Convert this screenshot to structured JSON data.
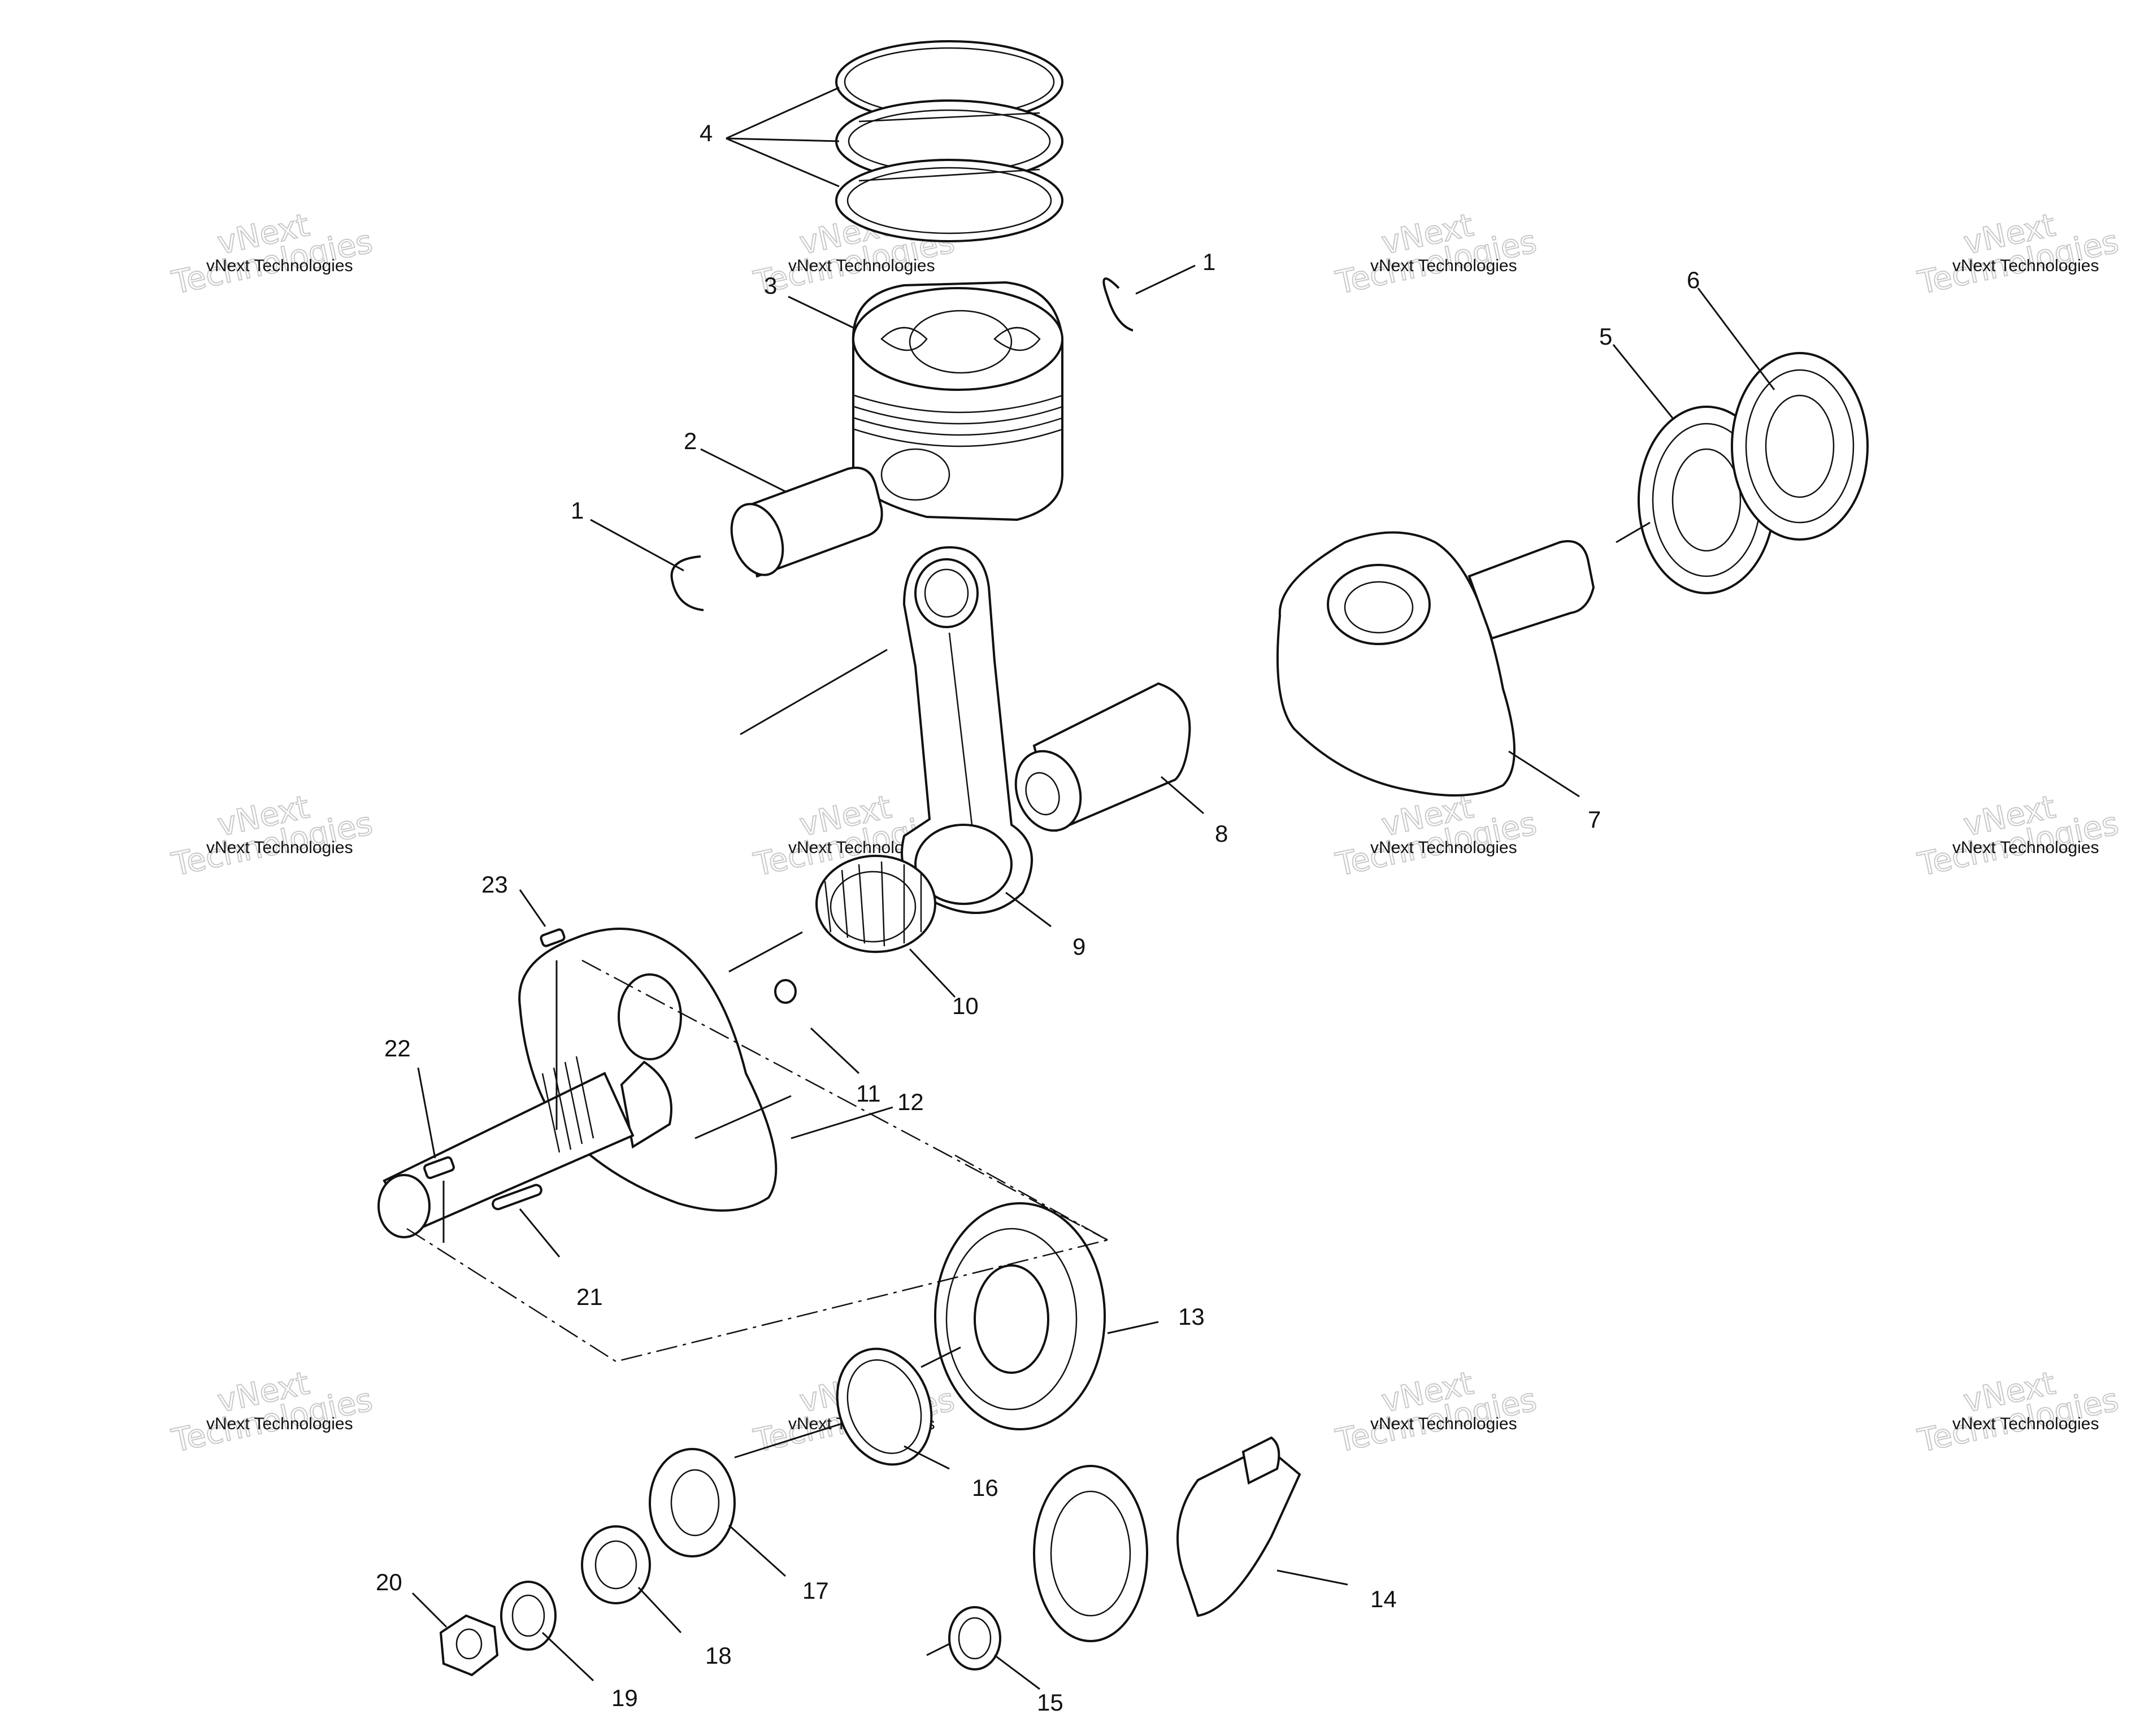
{
  "callouts": [
    {
      "id": "c1a",
      "label": "1"
    },
    {
      "id": "c1b",
      "label": "1"
    },
    {
      "id": "c2",
      "label": "2"
    },
    {
      "id": "c3",
      "label": "3"
    },
    {
      "id": "c4",
      "label": "4"
    },
    {
      "id": "c5",
      "label": "5"
    },
    {
      "id": "c6",
      "label": "6"
    },
    {
      "id": "c7",
      "label": "7"
    },
    {
      "id": "c8",
      "label": "8"
    },
    {
      "id": "c9",
      "label": "9"
    },
    {
      "id": "c10",
      "label": "10"
    },
    {
      "id": "c11",
      "label": "11"
    },
    {
      "id": "c12",
      "label": "12"
    },
    {
      "id": "c13",
      "label": "13"
    },
    {
      "id": "c14",
      "label": "14"
    },
    {
      "id": "c15",
      "label": "15"
    },
    {
      "id": "c16",
      "label": "16"
    },
    {
      "id": "c17",
      "label": "17"
    },
    {
      "id": "c18",
      "label": "18"
    },
    {
      "id": "c19",
      "label": "19"
    },
    {
      "id": "c20",
      "label": "20"
    },
    {
      "id": "c21",
      "label": "21"
    },
    {
      "id": "c22",
      "label": "22"
    },
    {
      "id": "c23",
      "label": "23"
    }
  ],
  "watermark": {
    "line1": "vNext Technologies",
    "line2a": "vNext",
    "line2b": "Technologies"
  }
}
